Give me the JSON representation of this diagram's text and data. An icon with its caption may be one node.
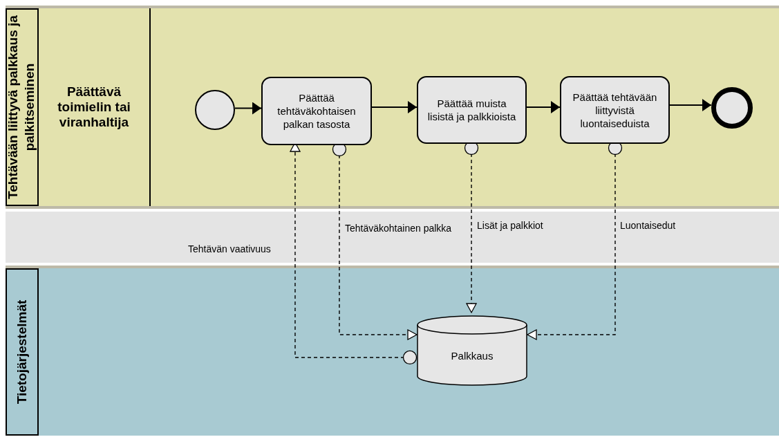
{
  "diagram": {
    "nodes": [
      {
        "text": [
          "Tehtävään liittyvä palkkaus ja palkitseminen",
          "Päättävä toimielin tai viranhaltija"
        ]
      },
      {
        "text": [],
        "shape": "circle",
        "in": 0
      },
      {
        "text": [
          "Päättää tehtäväkohtaisen palkan tasosta"
        ],
        "in": 0
      },
      {
        "text": [
          "Päättää muista lisistä ja palkkioista"
        ],
        "in": 0
      },
      {
        "text": [
          "Päättää tehtävään liittyvistä luontaiseduista"
        ],
        "in": 0
      },
      {
        "text": [],
        "shape": "circle",
        "in": 0
      },
      {
        "text": [
          "Tietojärjestelmät"
        ]
      },
      {
        "text": [
          "Palkkaus"
        ],
        "in": 6
      }
    ],
    "edges": [
      {
        "from": 1,
        "to": 2,
        "arrow": "to"
      },
      {
        "from": 2,
        "to": 3,
        "arrow": "to"
      },
      {
        "from": 3,
        "to": 4,
        "arrow": "to"
      },
      {
        "from": 4,
        "to": 5,
        "arrow": "to"
      },
      {
        "from": 2,
        "to": 7,
        "arrow": "to",
        "label": "Tehtäväkohtainen palkka",
        "style": "dashed"
      },
      {
        "from": 7,
        "to": 2,
        "arrow": "to",
        "label": "Tehtävän vaativuus",
        "style": "dashed"
      },
      {
        "from": 3,
        "to": 7,
        "arrow": "to",
        "label": "Lisät ja palkkiot",
        "style": "dashed"
      },
      {
        "from": 4,
        "to": 7,
        "arrow": "to",
        "label": "Luontaisedut",
        "style": "dashed"
      }
    ]
  }
}
